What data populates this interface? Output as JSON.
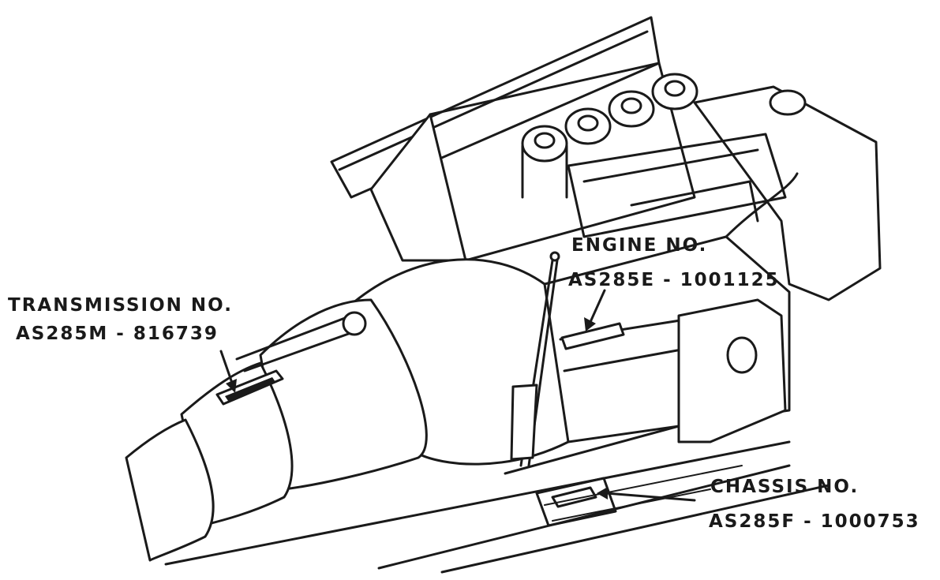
{
  "labels": {
    "transmission": {
      "title": "TRANSMISSION NO.",
      "number": "AS285M - 816739"
    },
    "engine": {
      "title": "ENGINE NO.",
      "number": "AS285E - 1001125"
    },
    "chassis": {
      "title": "CHASSIS NO.",
      "number": "AS285F - 1000753"
    }
  }
}
